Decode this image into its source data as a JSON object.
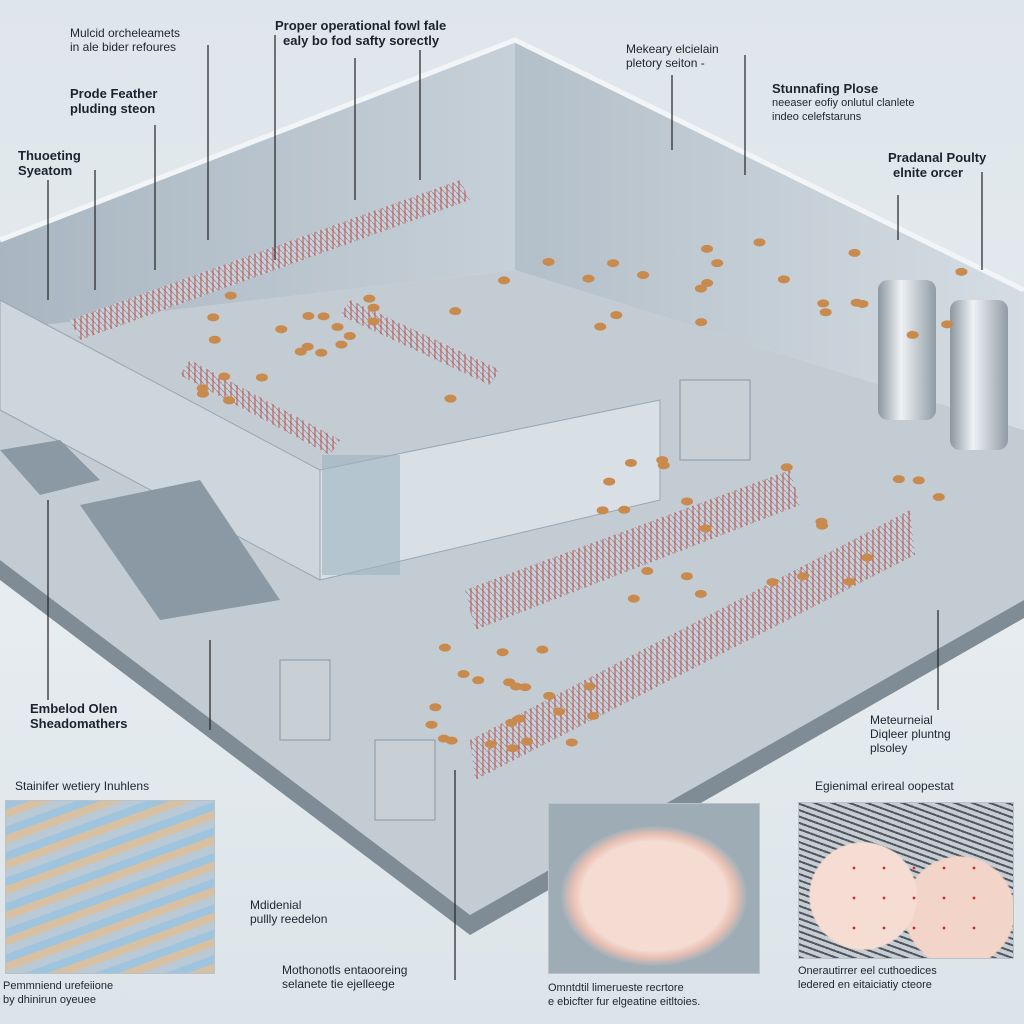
{
  "labels": [
    {
      "id": "mulcid",
      "lines": [
        "Mulcid orcheleamets",
        "in ale bider refoures"
      ]
    },
    {
      "id": "proper",
      "lines": [
        "Proper operational fowl fale",
        "ealy bo fod safty sorectly"
      ]
    },
    {
      "id": "feather",
      "lines": [
        "Prode Feather",
        "pluding steon"
      ]
    },
    {
      "id": "thuoeting",
      "lines": [
        "Thuoeting",
        "Syeatom"
      ]
    },
    {
      "id": "mekeary",
      "lines": [
        "Mekeary elcielain",
        "pletory seiton -"
      ]
    },
    {
      "id": "stunning",
      "lines": [
        "Stunnafing Plose",
        "neeaser eofiy onlutul clanlete",
        "indeo celefstaruns"
      ]
    },
    {
      "id": "pradanal",
      "lines": [
        "Pradanal Poulty",
        "elnite orcer"
      ]
    },
    {
      "id": "embelod",
      "lines": [
        "Embelod Olen",
        "Sheadomathers"
      ]
    },
    {
      "id": "stainifer",
      "lines": [
        "Stainifer wetiery Inuhlens"
      ]
    },
    {
      "id": "meteurneial",
      "lines": [
        "Meteurneial",
        "Diqleer pluntng",
        "plsoley"
      ]
    },
    {
      "id": "egienimal",
      "lines": [
        "Egienimal erireal oopestat"
      ]
    },
    {
      "id": "mdidenial",
      "lines": [
        "Mdidenial",
        "pullly reedelon"
      ]
    },
    {
      "id": "mothonotls",
      "lines": [
        "Mothonotls entaooreing",
        "selanete tie ejelleege"
      ]
    },
    {
      "id": "pemmniend",
      "lines": [
        "Pemmniend urefeiione",
        "by dhinirun oyeuee"
      ]
    },
    {
      "id": "omntdtil",
      "lines": [
        "Omntdtil limerueste recrtore",
        "e ebicfter fur elgeatine eitltoies."
      ]
    },
    {
      "id": "onerautirrer",
      "lines": [
        "Onerautirrer eel cuthoedices",
        "ledered en eitaiciatiy cteore"
      ]
    }
  ],
  "colors": {
    "accent_red": "#d42a2a",
    "steel": "#b9c2c9",
    "chicken": "#c98a4e",
    "meat": "#f0d2c8"
  }
}
